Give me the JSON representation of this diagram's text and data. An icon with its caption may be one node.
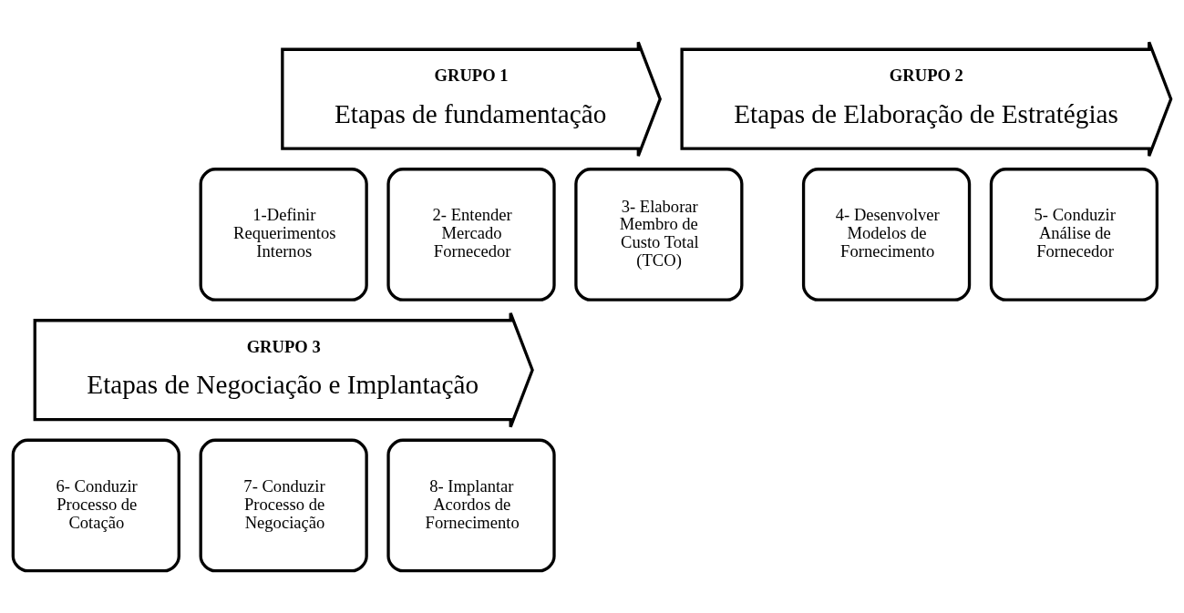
{
  "diagram": {
    "nodes": [
      {
        "text": [
          "GRUPO 1",
          "Etapas de fundamentação"
        ]
      },
      {
        "text": [
          "1-Definir Requerimentos Internos"
        ]
      },
      {
        "text": [
          "2- Entender Mercado Fornecedor"
        ]
      },
      {
        "text": [
          "3- Elaborar Membro de Custo Total (TCO)"
        ]
      },
      {
        "text": [
          "GRUPO 2",
          "Etapas de Elaboração de Estratégias"
        ]
      },
      {
        "text": [
          "4- Desenvolver Modelos de Fornecimento"
        ]
      },
      {
        "text": [
          "5- Conduzir Análise de Fornecedor"
        ]
      },
      {
        "text": [
          "GRUPO 3",
          "Etapas de Negociação e Implantação"
        ]
      },
      {
        "text": [
          "6- Conduzir Processo de Cotação"
        ]
      },
      {
        "text": [
          "7- Conduzir Processo de Negociação"
        ]
      },
      {
        "text": [
          "8- Implantar Acordos de Fornecimento"
        ]
      }
    ],
    "edges": []
  }
}
